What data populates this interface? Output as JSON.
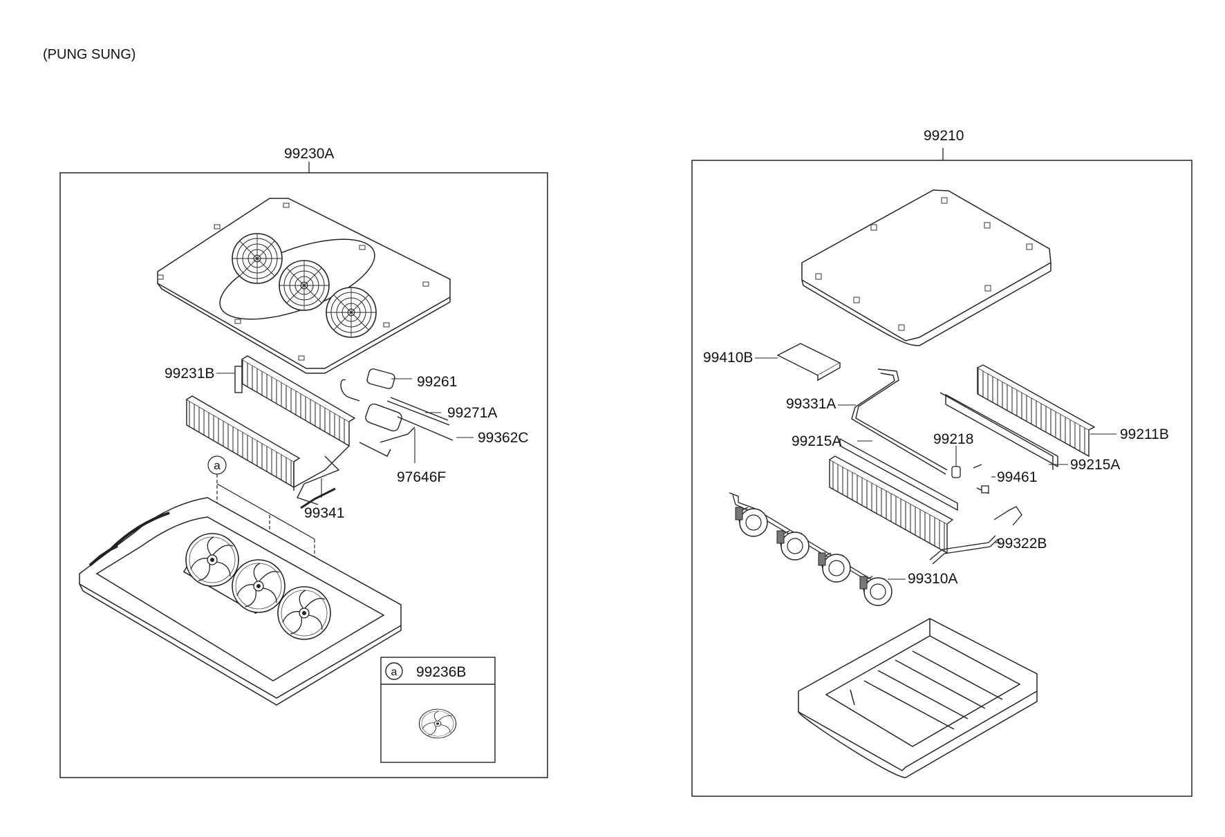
{
  "header": {
    "note": "(PUNG SUNG)"
  },
  "left_assembly": {
    "code": "99230A",
    "parts": [
      "99231B",
      "99261",
      "99271A",
      "99362C",
      "97646F",
      "99341"
    ],
    "callout_marker": "a",
    "inset": {
      "marker": "a",
      "code": "99236B"
    }
  },
  "right_assembly": {
    "code": "99210",
    "parts": [
      "99410B",
      "99331A",
      "99215A",
      "99218",
      "99211B",
      "99215A",
      "99461",
      "99322B",
      "99310A"
    ]
  }
}
